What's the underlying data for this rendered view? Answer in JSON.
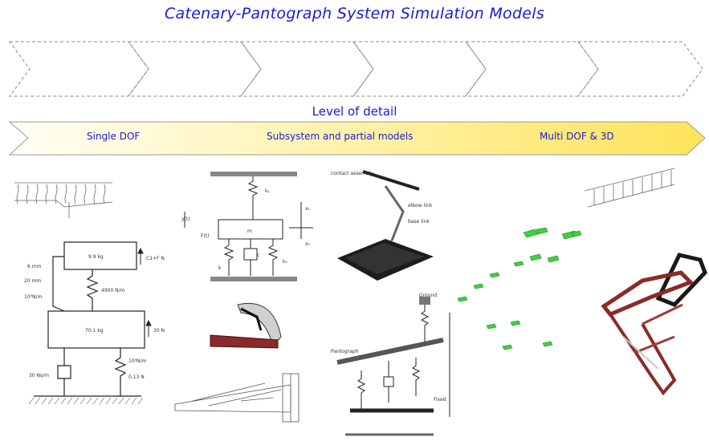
{
  "title": "Catenary-Pantograph System Simulation Models",
  "axis_label": "Level of detail",
  "stages": [
    {
      "label": "Single DOF"
    },
    {
      "label": "Subsystem and partial models"
    },
    {
      "label": "Multi DOF & 3D"
    }
  ],
  "colors": {
    "title_text": "#1a1ad6",
    "band_start": "#fffef6",
    "band_end": "#ffe35a",
    "model_dark_red": "#8b2a2a"
  },
  "model_a": {
    "mass_top": "9.9 kg",
    "mass_bottom": "70.1 kg",
    "force_top": "C1+F N",
    "force_bottom": "30 N",
    "dims": [
      "6 mm",
      "20 mm"
    ],
    "stiffness_left": "10⁴N/m",
    "stiffness_mid": "4900 N/m",
    "stiffness_right": "10⁴N/m",
    "damping": "30 Ns/m",
    "offset": "0.13 N"
  },
  "model_b": {
    "mass": "m",
    "labels": [
      "k₁",
      "x₁",
      "x₂",
      "F(t)",
      "y(t)",
      "k",
      "c",
      "k₂"
    ]
  },
  "model_c": {
    "labels": [
      "contact assembly",
      "elbow link",
      "base link"
    ]
  },
  "model_d": {
    "labels": [
      "Ground",
      "Pantograph",
      "Fixed"
    ]
  }
}
